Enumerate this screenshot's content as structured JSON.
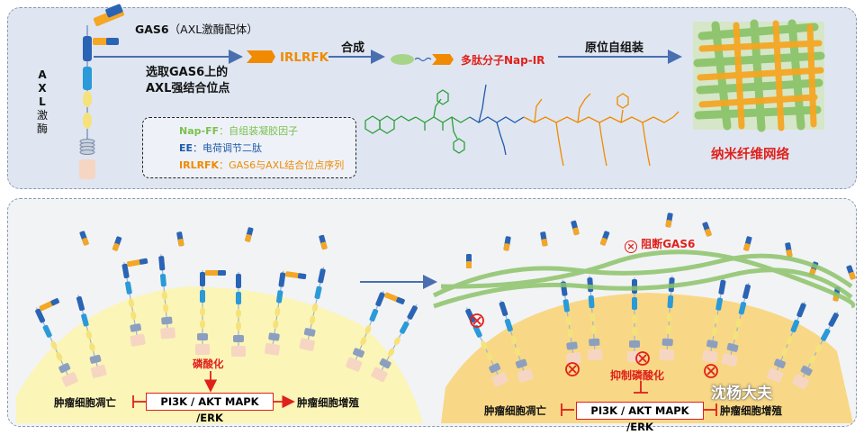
{
  "top": {
    "receptor_label": "AXL激酶",
    "receptor_label_chars": [
      "A",
      "X",
      "L",
      "激",
      "酶"
    ],
    "gas6_label": "GAS6",
    "gas6_paren": "（AXL激酶配体）",
    "select_line1": "选取GAS6上的",
    "select_line2": "AXL强结合位点",
    "seq_label": "IRLRFK",
    "synth_label": "合成",
    "peptide_label": "多肽分子Nap-IR",
    "assemble_label": "原位自组装",
    "nanofiber_label": "纳米纤维网络",
    "legend": {
      "nap_key": "Nap-FF",
      "nap_desc": "：自组装凝胶因子",
      "ee_key": "EE",
      "ee_desc": "：电荷调节二肽",
      "irl_key": "IRLRFK",
      "irl_desc": "：GAS6与AXL结合位点序列"
    }
  },
  "bottom": {
    "left": {
      "phospho_label": "磷酸化",
      "pathway_label": "PI3K / AKT MAPK /ERK",
      "apoptosis_label": "肿瘤细胞凋亡",
      "proliferation_label": "肿瘤细胞增殖"
    },
    "right": {
      "block_label": "阻断GAS6",
      "inhibit_label": "抑制磷酸化",
      "pathway_label": "PI3K / AKT MAPK /ERK",
      "apoptosis_label": "肿瘤细胞凋亡",
      "proliferation_label": "肿瘤细胞增殖"
    }
  },
  "watermark": "沈杨大夫",
  "colors": {
    "panel_top": "#dfe6f1",
    "panel_bottom": "#f2f3f5",
    "cell_left": "#fbf5b8",
    "cell_right": "#f8d886",
    "fiber_green": "#8cc46a",
    "ligand_orange": "#f5a623",
    "ligand_blue": "#2a64b5",
    "inhibit_red": "#e0201b",
    "arrow_blue": "#4a6fb0"
  }
}
